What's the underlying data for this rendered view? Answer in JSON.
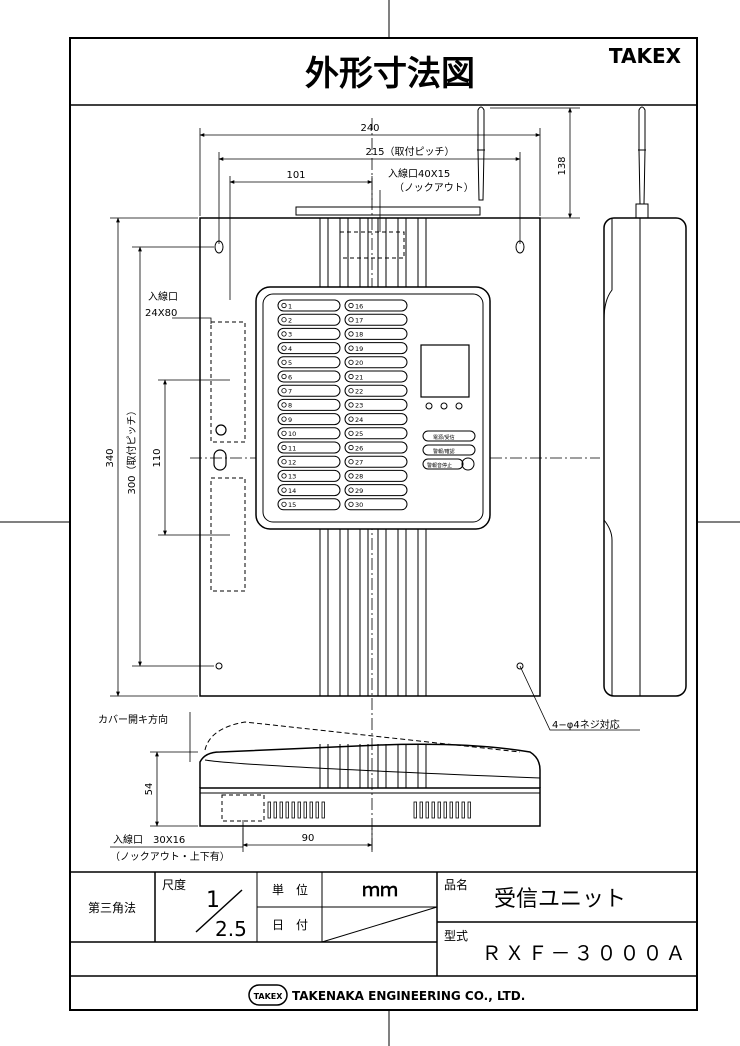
{
  "title": "外形寸法図",
  "brand": "TAKEX",
  "dimensions": {
    "width_240": "240",
    "pitch_215": "215（取付ピッチ）",
    "offset_101": "101",
    "height_138": "138",
    "height_340": "340",
    "pitch_300": "300（取付ピッチ）",
    "height_110": "110",
    "depth_54": "54",
    "offset_90": "90"
  },
  "annotations": {
    "top_inlet": "入線口40X15",
    "top_inlet_knockout": "（ノックアウト）",
    "side_inlet": "入線口",
    "side_inlet_size": "24X80",
    "cover_direction": "カバー開キ方向",
    "screw_note": "4−φ4ネジ対応",
    "bottom_inlet": "入線口　30X16",
    "bottom_inlet_knockout": "（ノックアウト・上下有）"
  },
  "zones_left": [
    "1",
    "2",
    "3",
    "4",
    "5",
    "6",
    "7",
    "8",
    "9",
    "10",
    "11",
    "12",
    "13",
    "14",
    "15"
  ],
  "zones_right": [
    "16",
    "17",
    "18",
    "19",
    "20",
    "21",
    "22",
    "23",
    "24",
    "25",
    "26",
    "27",
    "28",
    "29",
    "30"
  ],
  "buttons": [
    "電源/受信",
    "警報/確認",
    "警報音停止"
  ],
  "title_block": {
    "projection": "第三角法",
    "scale_label": "尺度",
    "scale_num": "1",
    "scale_den": "2.5",
    "unit_label": "単　位",
    "unit_value": "ｍｍ",
    "date_label": "日　付",
    "product_label": "品名",
    "product_name": "受信ユニット",
    "model_label": "型式",
    "model_value": "ＲＸＦ－３０００Ａ",
    "company_logo": "TAKEX",
    "company": "TAKENAKA ENGINEERING CO., LTD."
  },
  "colors": {
    "line": "#000000",
    "background": "#ffffff"
  }
}
